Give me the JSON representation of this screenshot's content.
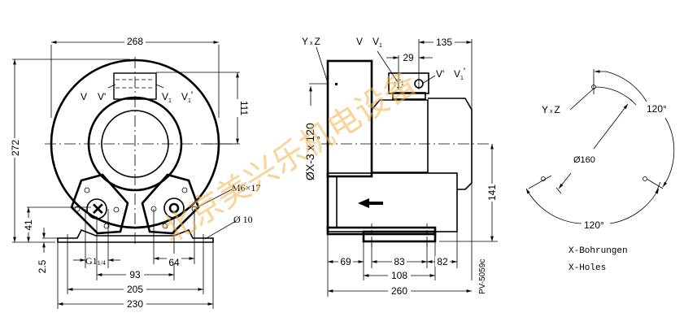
{
  "watermark": "北京美兴乐机电设备",
  "front_view": {
    "dim_width_top": "268",
    "dim_height": "272",
    "dim_port_height": "111",
    "port_labels": {
      "v": "V",
      "v_prime": "V'",
      "v1": "V",
      "v1_sub": "1",
      "v1_prime": "V",
      "v1_prime_sub": "1",
      "v1_prime_mark": "'"
    },
    "thread_label": "M6×17",
    "hole_label": "Ø 10",
    "dim_foot_height": "41",
    "dim_plate": "2.5",
    "dim_g": "G1",
    "dim_g_sub": "1/4",
    "dim_64": "64",
    "dim_93": "93",
    "dim_205": "205",
    "dim_230": "230"
  },
  "side_view": {
    "hole_pattern_label": "Y",
    "hole_pattern_x": "x",
    "hole_pattern_z": "Z",
    "port_v": "V",
    "port_v1": "V",
    "port_v1_sub": "1",
    "dim_29": "29",
    "dim_135": "135",
    "port_v_prime": "V'",
    "port_v1_prime": "V",
    "port_v1_prime_sub": "1",
    "port_v1_prime_mark": "'",
    "flange_label": "ØX-3 x 120",
    "flange_degree": "°",
    "dim_141": "141",
    "dim_69": "69",
    "dim_83": "83",
    "dim_82": "82",
    "dim_108": "108",
    "dim_260": "260",
    "drawing_code": "PV-5059c"
  },
  "hole_detail": {
    "yxz_y": "Y",
    "yxz_x": "x",
    "yxz_z": "Z",
    "angle_top": "120°",
    "angle_bottom": "120°",
    "diameter": "Ø160",
    "legend_de": "X-Bohrungen",
    "legend_en": "X-Holes"
  }
}
